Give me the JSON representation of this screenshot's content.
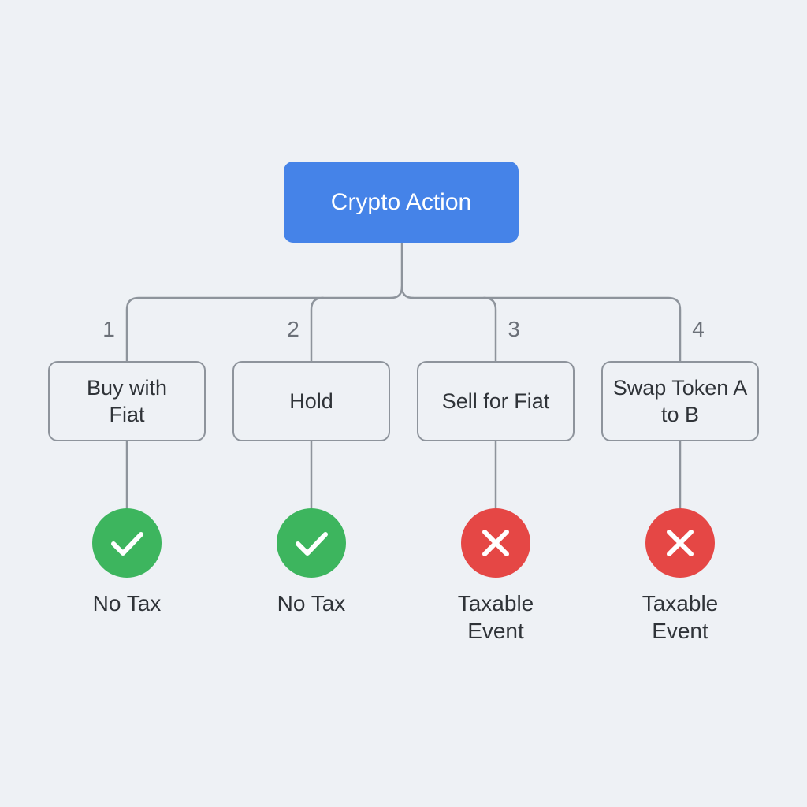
{
  "root": {
    "label": "Crypto Action",
    "color": "#4583e8"
  },
  "branches": [
    {
      "number": "1",
      "action": "Buy with Fiat",
      "result": "No Tax",
      "status": "check",
      "status_color": "#3db55e"
    },
    {
      "number": "2",
      "action": "Hold",
      "result": "No Tax",
      "status": "check",
      "status_color": "#3db55e"
    },
    {
      "number": "3",
      "action": "Sell for Fiat",
      "result": "Taxable Event",
      "status": "cross",
      "status_color": "#e54745"
    },
    {
      "number": "4",
      "action": "Swap Token A to B",
      "result": "Taxable Event",
      "status": "cross",
      "status_color": "#e54745"
    }
  ],
  "icons": {
    "check": "check-icon",
    "cross": "cross-icon"
  }
}
